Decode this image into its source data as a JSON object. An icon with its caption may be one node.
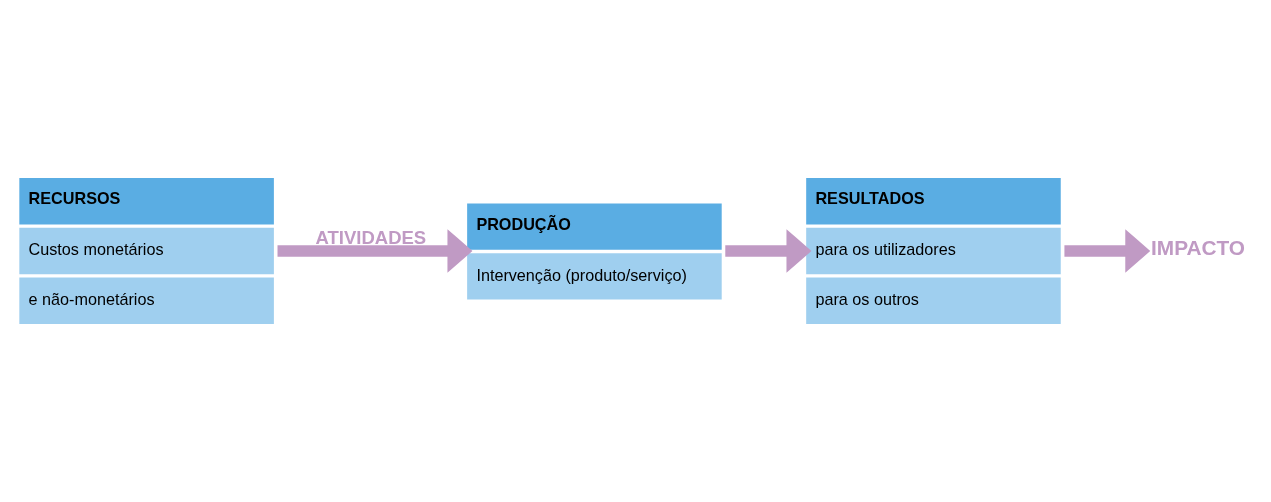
{
  "diagram": {
    "nodes": [
      {
        "text": [
          "RECURSOS",
          "Custos monetários",
          "e não-monetários"
        ]
      },
      {
        "text": [
          "PRODUÇÃO",
          "Intervenção (produto/serviço)"
        ]
      },
      {
        "text": [
          "RESULTADOS",
          "para os utilizadores",
          "para os outros"
        ]
      },
      {
        "text": [
          "IMPACTO"
        ]
      }
    ],
    "edges": [
      {
        "from": 0,
        "to": 1,
        "arrow": "to",
        "label": "ATIVIDADES"
      },
      {
        "from": 1,
        "to": 2,
        "arrow": "to"
      },
      {
        "from": 2,
        "to": 3,
        "arrow": "to"
      }
    ]
  }
}
